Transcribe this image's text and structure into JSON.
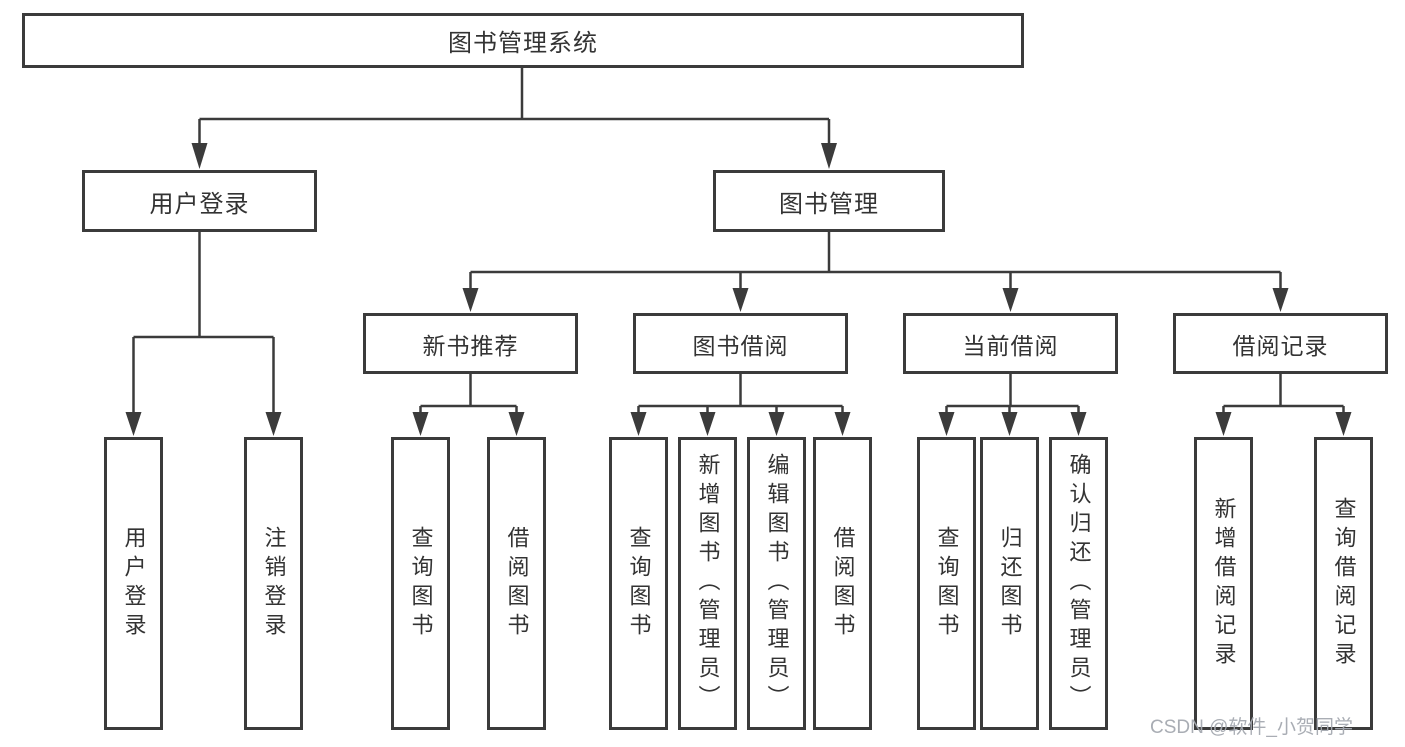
{
  "diagram": {
    "root": "图书管理系统",
    "level2": {
      "user_login": "用户登录",
      "book_management": "图书管理"
    },
    "level3": {
      "new_book_recommend": "新书推荐",
      "book_borrowing": "图书借阅",
      "current_borrowing": "当前借阅",
      "borrowing_records": "借阅记录"
    },
    "leaves": {
      "user_login": "用户登录",
      "logout": "注销登录",
      "nb_query_books": "查询图书",
      "nb_borrow_books": "借阅图书",
      "bb_query_books": "查询图书",
      "bb_add_books_admin": "新增图书（管理员）",
      "bb_edit_books_admin": "编辑图书（管理员）",
      "bb_borrow_books": "借阅图书",
      "cb_query_books": "查询图书",
      "cb_return_books": "归还图书",
      "cb_confirm_return_admin": "确认归还（管理员）",
      "br_add_record": "新增借阅记录",
      "br_query_record": "查询借阅记录"
    },
    "colors": {
      "line": "#3b3b3b",
      "text": "#333333",
      "background": "#ffffff",
      "watermark": "#a4a9b0"
    },
    "watermark": "CSDN @软件_小贺同学"
  }
}
